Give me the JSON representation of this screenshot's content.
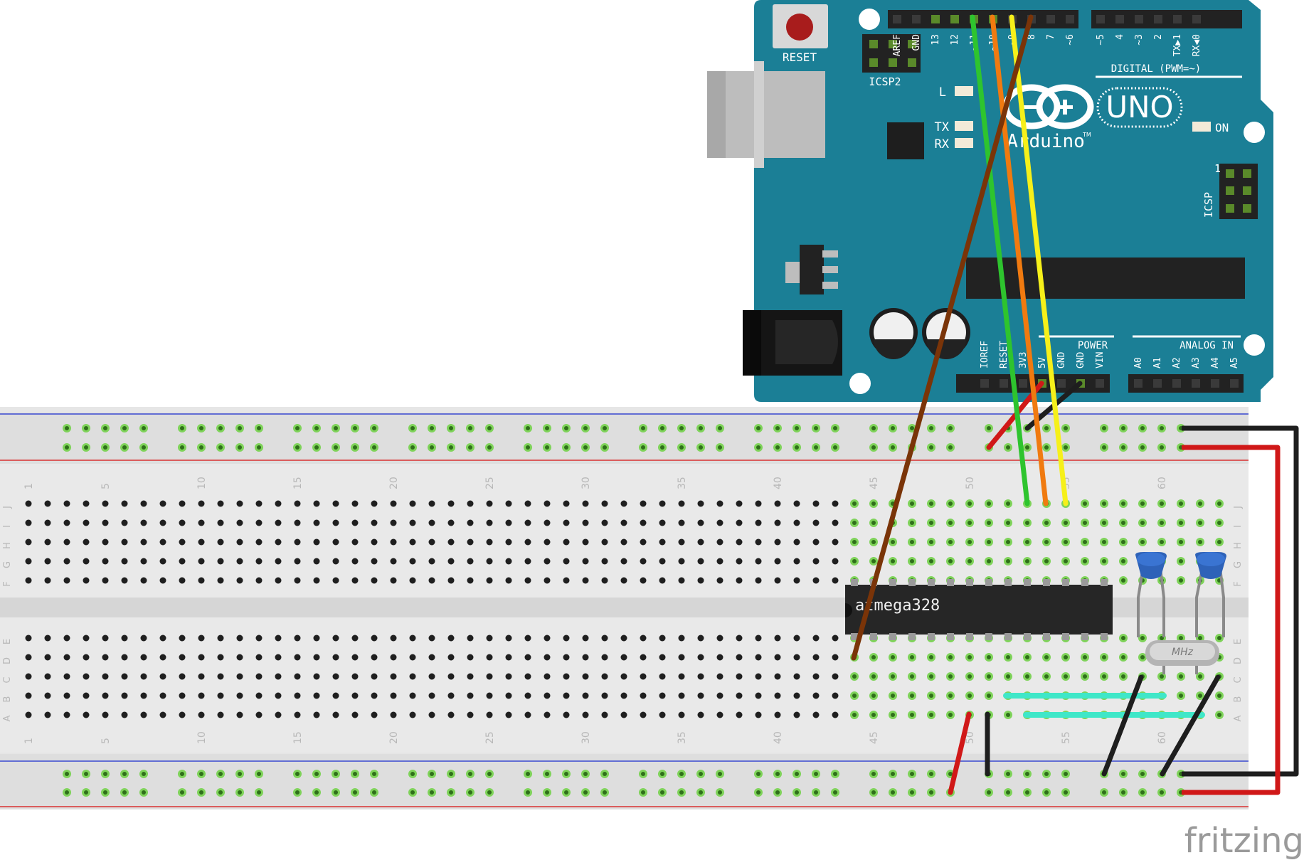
{
  "arduino": {
    "reset_label": "RESET",
    "icsp2_label": "ICSP2",
    "icsp_label": "ICSP",
    "icsp_pin1": "1",
    "led_l": "L",
    "led_tx": "TX",
    "led_rx": "RX",
    "led_on": "ON",
    "brand": "Arduino",
    "tm": "TM",
    "model": "UNO",
    "digital_label": "DIGITAL (PWM=~)",
    "power_label": "POWER",
    "analog_label": "ANALOG IN",
    "digital_pins": [
      "AREF",
      "GND",
      "13",
      "12",
      "~11",
      "~10",
      "~9",
      "8",
      "7",
      "~6",
      "~5",
      "4",
      "~3",
      "2",
      "TX▶1",
      "RX◀0"
    ],
    "power_pins": [
      "IOREF",
      "RESET",
      "3V3",
      "5V",
      "GND",
      "GND",
      "VIN"
    ],
    "analog_pins": [
      "A0",
      "A1",
      "A2",
      "A3",
      "A4",
      "A5"
    ]
  },
  "breadboard": {
    "column_numbers": [
      "1",
      "5",
      "10",
      "15",
      "20",
      "25",
      "30",
      "35",
      "40",
      "45",
      "50",
      "55",
      "60"
    ],
    "top_rows": [
      "J",
      "I",
      "H",
      "G",
      "F"
    ],
    "bottom_rows": [
      "E",
      "D",
      "C",
      "B",
      "A"
    ]
  },
  "chip": {
    "label": "atmega328"
  },
  "crystal": {
    "label": "MHz"
  },
  "watermark": "fritzing",
  "colors": {
    "board": "#1b7f96",
    "wire_green": "#2ec42e",
    "wire_orange": "#f07a10",
    "wire_yellow": "#f6f01a",
    "wire_brown": "#7a3408",
    "wire_red": "#d01818",
    "wire_black": "#1e1e1e",
    "wire_cyan": "#3fe7c8"
  }
}
